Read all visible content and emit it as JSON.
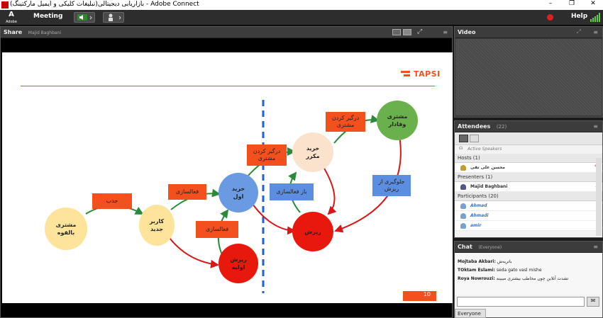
{
  "window": {
    "title": "بازاریابی دیجیتالی(تبلیغات کلیکی و ایمیل مارکتینگ) - Adobe Connect",
    "minimize": "–",
    "maximize": "❐",
    "close": "✕"
  },
  "menu": {
    "logo_top": "A",
    "logo_bottom": "Adobe",
    "meeting": "Meeting",
    "help": "Help"
  },
  "share": {
    "title": "Share",
    "presenter": "Majid Baghbani",
    "menu_glyph": "≡"
  },
  "slide": {
    "brand": "TAPSI",
    "page": "10",
    "nodes": {
      "potential": "مشتری\nبالقوه",
      "new_user": "کاربر\nجدید",
      "first_churn": "ریزش\nاولیه",
      "first_purchase": "خرید\nاول",
      "repeat_purchase": "خرید\nمکرر",
      "loyal": "مشتری\nوفادار",
      "churn": "ریزش"
    },
    "labels": {
      "attract": "جذب",
      "activate1": "فعالسازی",
      "activate2": "فعالسازی",
      "engage1": "درگیر کردن\nمشتری",
      "engage2": "درگیر کردن\nمشتری",
      "reactivate": "باز فعالسازی",
      "prevent": "جلوگیری از\nریزش"
    }
  },
  "video": {
    "title": "Video"
  },
  "attendees": {
    "title": "Attendees",
    "count": "(22)",
    "active_speakers": "Active Speakers",
    "hosts_label": "Hosts (1)",
    "host_name": "محسن علی تقی",
    "presenters_label": "Presenters (1)",
    "presenter_name": "Majid Baghbani",
    "participants_label": "Participants (20)",
    "participants": [
      "Ahmad",
      "Ahmadi",
      "amir"
    ]
  },
  "chat": {
    "title": "Chat",
    "scope": "(Everyone)",
    "messages": [
      {
        "user": "Mojtaba Akbari:",
        "text": "باتریەش"
      },
      {
        "user": "TOktam Eslami:",
        "text": "seda gato vasl mishe"
      },
      {
        "user": "Roya Nowrouzi:",
        "text": "تشدت آنلاین چون مخاطب بیشتری میبینه"
      }
    ],
    "recipient": "Everyone"
  },
  "colors": {
    "accent": "#f4501e",
    "node_yellow": "#fde49a",
    "node_blue": "#6a9ae2",
    "node_red": "#e8180c",
    "node_green": "#6ab04c",
    "node_cream": "#fbe2cc"
  }
}
